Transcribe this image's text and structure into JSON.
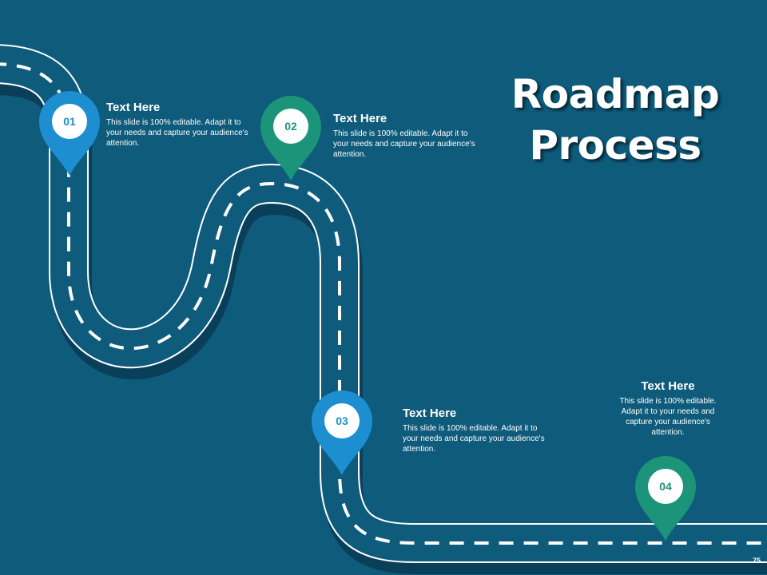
{
  "title": {
    "line1": "Roadmap",
    "line2": "Process"
  },
  "colors": {
    "background": "#0e5b7c",
    "road": "#0e5b7c",
    "pin_blue": "#1d8fd0",
    "pin_green": "#1c9479"
  },
  "steps": [
    {
      "number": "01",
      "heading": "Text Here",
      "body": "This slide is 100% editable.  Adapt it to your needs and capture your audience's attention.",
      "color": "blue"
    },
    {
      "number": "02",
      "heading": "Text Here",
      "body": "This slide is 100% editable.  Adapt it to your needs and capture your audience's attention.",
      "color": "green"
    },
    {
      "number": "03",
      "heading": "Text Here",
      "body": "This slide is 100% editable.  Adapt it to your needs and capture your audience's attention.",
      "color": "blue"
    },
    {
      "number": "04",
      "heading": "Text Here",
      "body": "This slide is 100% editable.  Adapt it to your needs and capture your audience's attention.",
      "color": "green"
    }
  ],
  "page_number": "75"
}
